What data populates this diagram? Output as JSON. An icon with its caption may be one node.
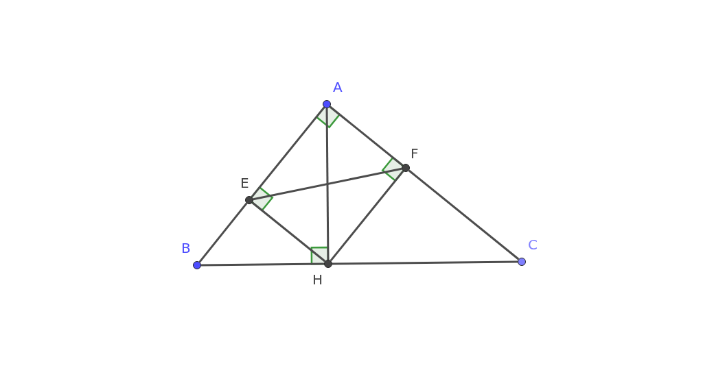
{
  "diagram": {
    "nodes": [
      {
        "text": [
          "A"
        ]
      },
      {
        "text": [
          "F"
        ]
      },
      {
        "text": [
          "E"
        ]
      },
      {
        "text": [
          "C"
        ]
      },
      {
        "text": [
          "B"
        ]
      },
      {
        "text": [
          "H"
        ]
      }
    ],
    "edges": [
      {
        "from": 0,
        "to": 2,
        "arrow": "none"
      },
      {
        "from": 2,
        "to": 4,
        "arrow": "none"
      },
      {
        "from": 0,
        "to": 1,
        "arrow": "none"
      },
      {
        "from": 1,
        "to": 3,
        "arrow": "none"
      },
      {
        "from": 4,
        "to": 5,
        "arrow": "none"
      },
      {
        "from": 5,
        "to": 3,
        "arrow": "none"
      },
      {
        "from": 0,
        "to": 5,
        "arrow": "none"
      },
      {
        "from": 2,
        "to": 1,
        "arrow": "none"
      },
      {
        "from": 2,
        "to": 5,
        "arrow": "none"
      },
      {
        "from": 1,
        "to": 5,
        "arrow": "none"
      }
    ]
  }
}
